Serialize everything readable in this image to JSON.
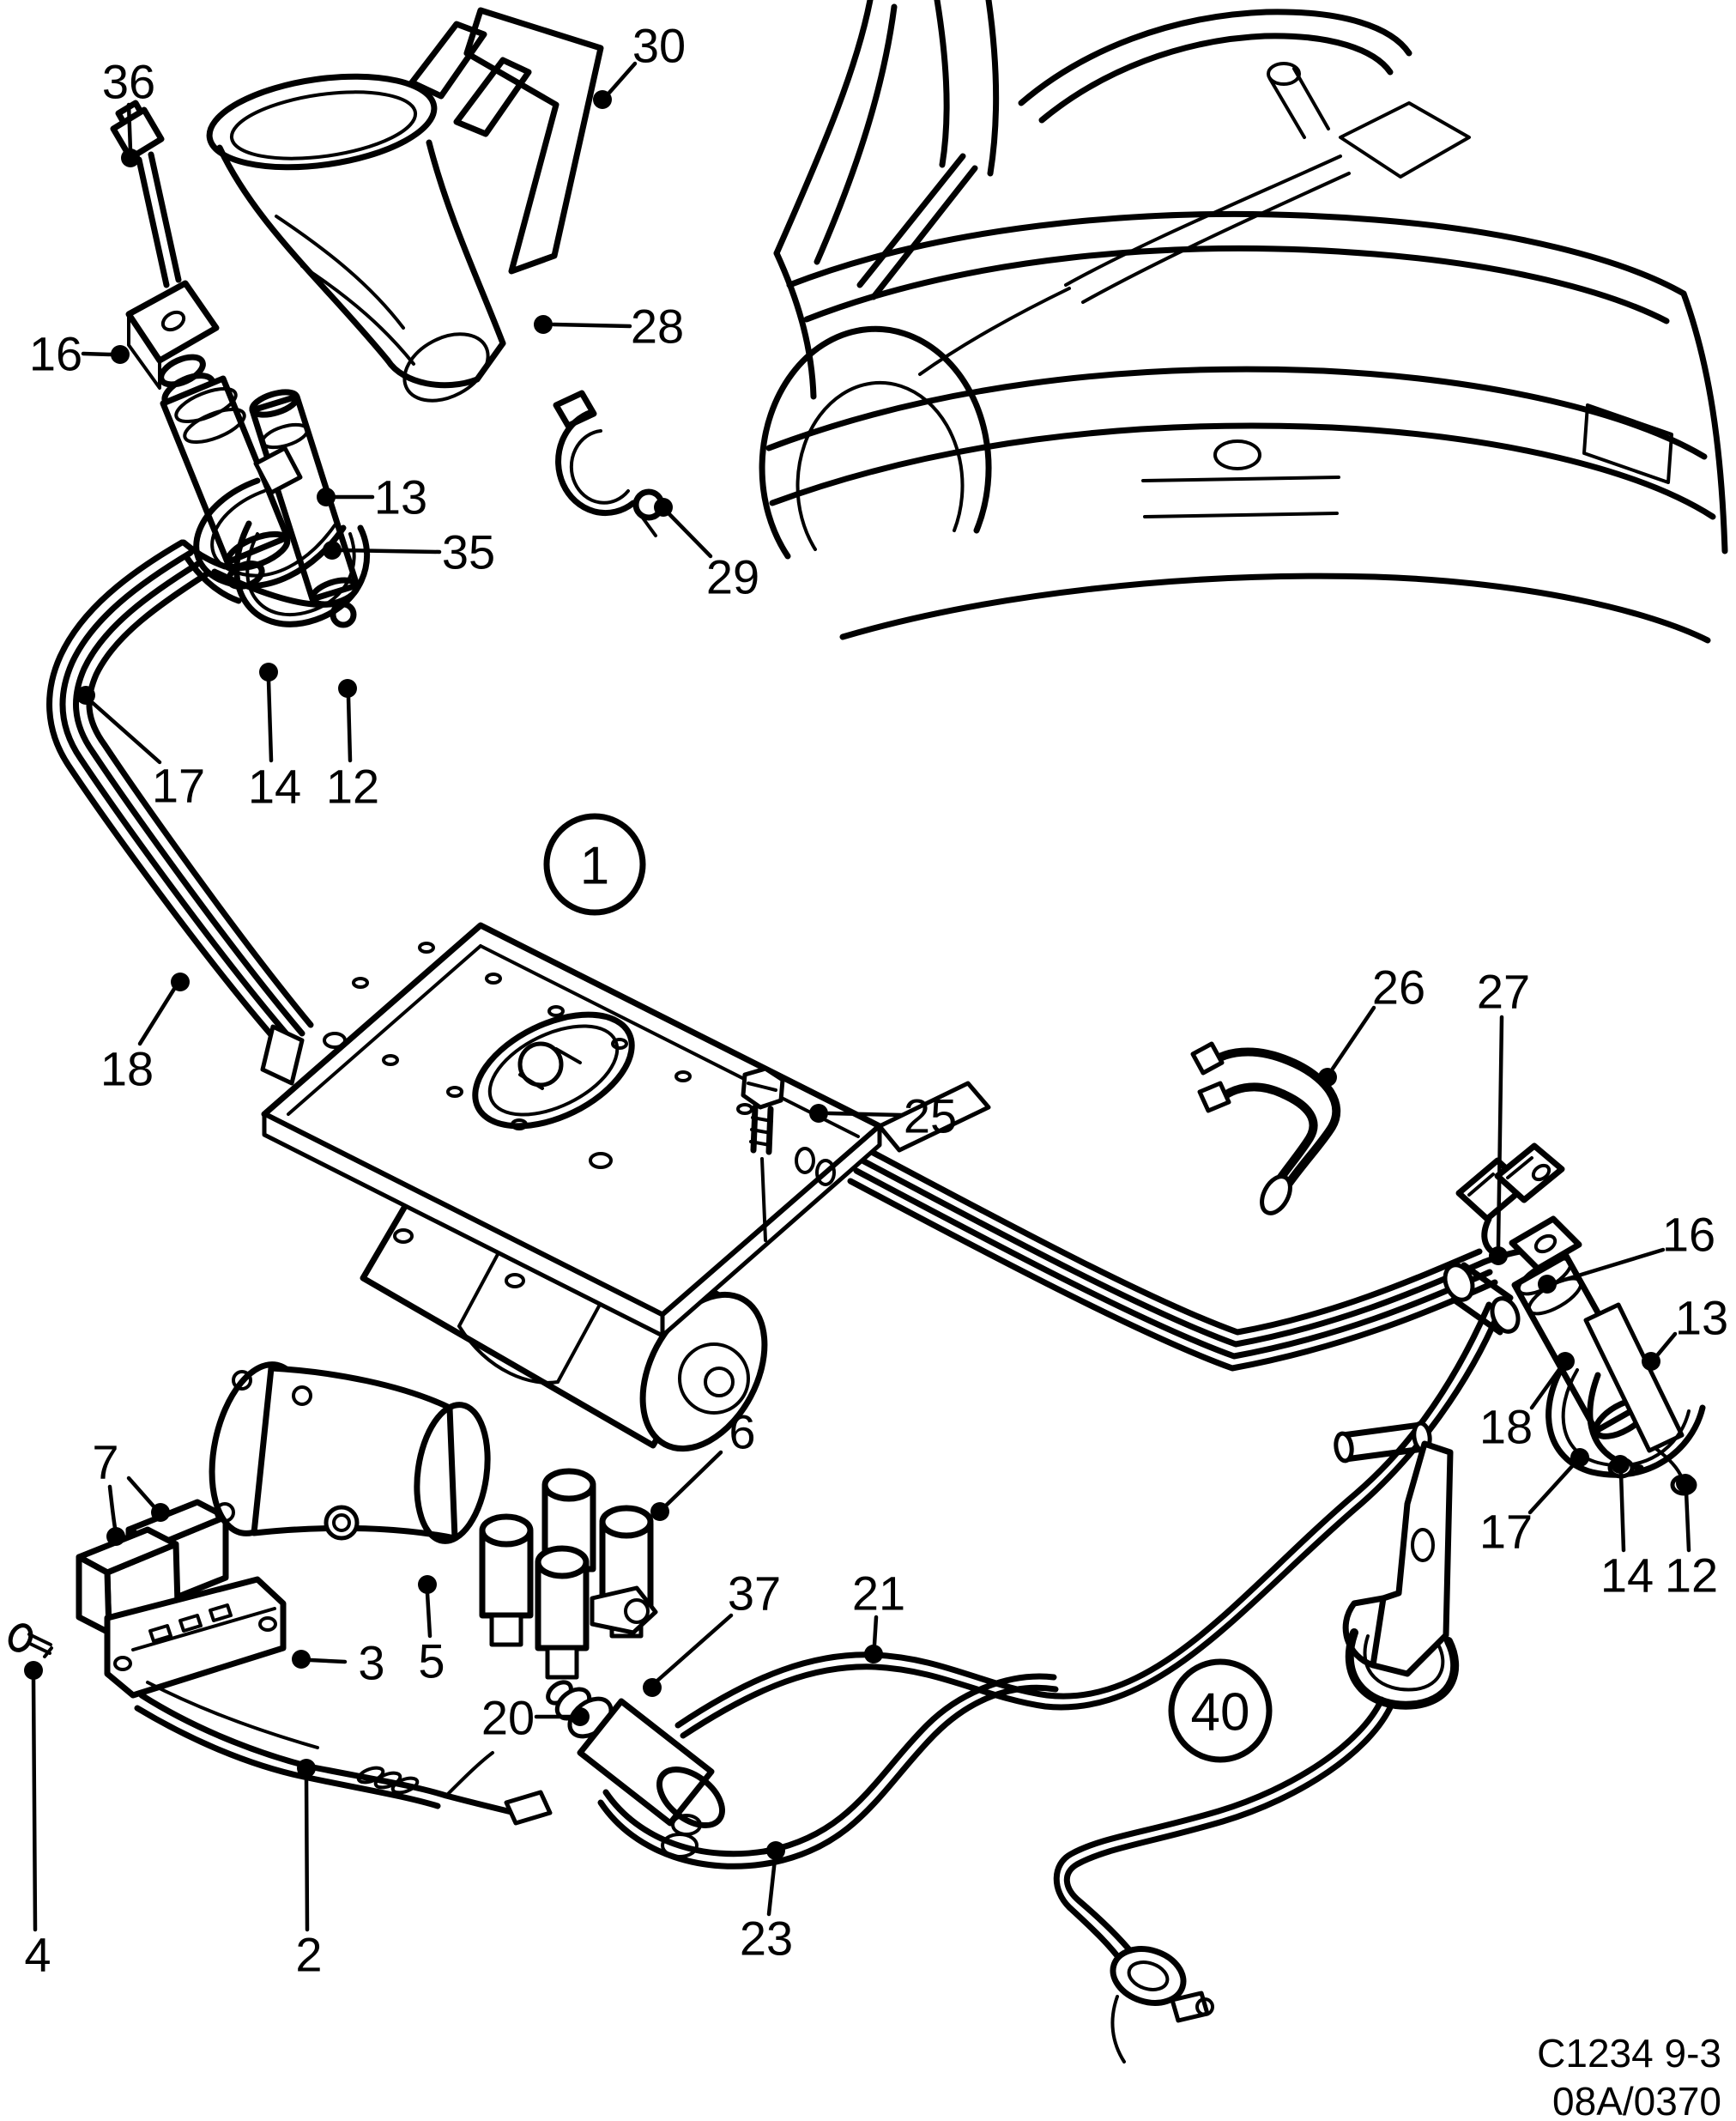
{
  "document": {
    "kind": "exploded-parts-line-diagram",
    "ink_color": "#000000",
    "paper_color": "#ffffff",
    "footer": {
      "line1": "C1234 9-3",
      "line2": "08A/0370"
    }
  },
  "callouts": [
    {
      "id": "36",
      "label": "36"
    },
    {
      "id": "16L",
      "label": "16"
    },
    {
      "id": "13L",
      "label": "13"
    },
    {
      "id": "35",
      "label": "35"
    },
    {
      "id": "30",
      "label": "30"
    },
    {
      "id": "28",
      "label": "28"
    },
    {
      "id": "29",
      "label": "29"
    },
    {
      "id": "17L",
      "label": "17"
    },
    {
      "id": "14L",
      "label": "14"
    },
    {
      "id": "12L",
      "label": "12"
    },
    {
      "id": "18L",
      "label": "18"
    },
    {
      "id": "1",
      "label": "1",
      "circled": true
    },
    {
      "id": "25",
      "label": "25"
    },
    {
      "id": "26",
      "label": "26"
    },
    {
      "id": "27",
      "label": "27"
    },
    {
      "id": "16R",
      "label": "16"
    },
    {
      "id": "13R",
      "label": "13"
    },
    {
      "id": "18R",
      "label": "18"
    },
    {
      "id": "17R",
      "label": "17"
    },
    {
      "id": "14R",
      "label": "14"
    },
    {
      "id": "12R",
      "label": "12"
    },
    {
      "id": "7",
      "label": "7"
    },
    {
      "id": "5",
      "label": "5"
    },
    {
      "id": "3",
      "label": "3"
    },
    {
      "id": "6",
      "label": "6"
    },
    {
      "id": "37",
      "label": "37"
    },
    {
      "id": "21",
      "label": "21"
    },
    {
      "id": "20",
      "label": "20"
    },
    {
      "id": "4",
      "label": "4"
    },
    {
      "id": "2",
      "label": "2"
    },
    {
      "id": "23",
      "label": "23"
    },
    {
      "id": "40",
      "label": "40",
      "circled": true
    }
  ]
}
